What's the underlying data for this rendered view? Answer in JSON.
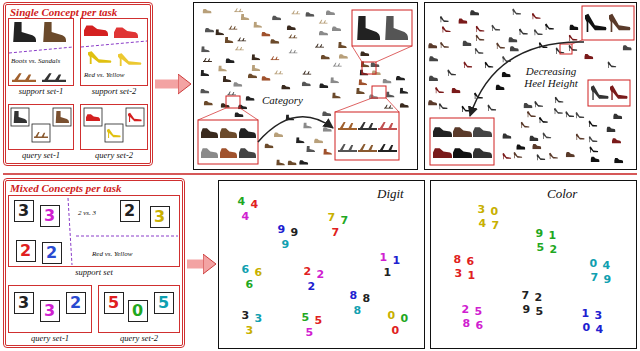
{
  "diagram": {
    "nodes": [
      {
        "text": [
          "Single Concept per task"
        ]
      },
      {
        "text": [
          "Boots vs. Sandals",
          "support set-1"
        ],
        "in": 0
      },
      {
        "text": [
          "Red vs. Yellow",
          "support set-2"
        ],
        "in": 0
      },
      {
        "text": [
          "query set-1"
        ],
        "in": 0
      },
      {
        "text": [
          "query set-2"
        ],
        "in": 0
      },
      {
        "text": [
          "Category"
        ]
      },
      {
        "text": [
          "Decreasing Heel Height"
        ]
      },
      {
        "text": [
          "Mixed Concepts per task"
        ]
      },
      {
        "text": [
          "2 vs. 3",
          "Red vs. Yellow",
          "support set"
        ],
        "in": 7
      },
      {
        "text": [
          "3"
        ],
        "in": 8
      },
      {
        "text": [
          "3"
        ],
        "in": 8
      },
      {
        "text": [
          "2"
        ],
        "in": 8
      },
      {
        "text": [
          "3"
        ],
        "in": 8
      },
      {
        "text": [
          "2"
        ],
        "in": 8
      },
      {
        "text": [
          "2"
        ],
        "in": 8
      },
      {
        "text": [
          "query set-1"
        ],
        "in": 7
      },
      {
        "text": [
          "3"
        ],
        "in": 15
      },
      {
        "text": [
          "3"
        ],
        "in": 15
      },
      {
        "text": [
          "2"
        ],
        "in": 15
      },
      {
        "text": [
          "query set-2"
        ],
        "in": 7
      },
      {
        "text": [
          "5"
        ],
        "in": 19
      },
      {
        "text": [
          "0"
        ],
        "in": 19
      },
      {
        "text": [
          "5"
        ],
        "in": 19
      },
      {
        "text": [
          "Digit"
        ]
      },
      {
        "text": [
          "Color"
        ]
      }
    ],
    "edges": [
      {
        "from": 0,
        "to": 5,
        "arrow": "to"
      },
      {
        "from": 7,
        "to": 23,
        "arrow": "to"
      }
    ],
    "labels": [
      "4",
      "4",
      "4",
      "9",
      "9",
      "9",
      "7",
      "7",
      "7",
      "1",
      "1",
      "1",
      "6",
      "6",
      "6",
      "2",
      "2",
      "2",
      "3",
      "3",
      "3",
      "5",
      "5",
      "5",
      "8",
      "8",
      "8",
      "0",
      "0",
      "0",
      "3",
      "0",
      "4",
      "7",
      "9",
      "1",
      "5",
      "2",
      "8",
      "6",
      "3",
      "1",
      "0",
      "4",
      "7",
      "9",
      "2",
      "5",
      "8",
      "6",
      "1",
      "3",
      "0",
      "4",
      "7",
      "2",
      "9",
      "5"
    ]
  }
}
